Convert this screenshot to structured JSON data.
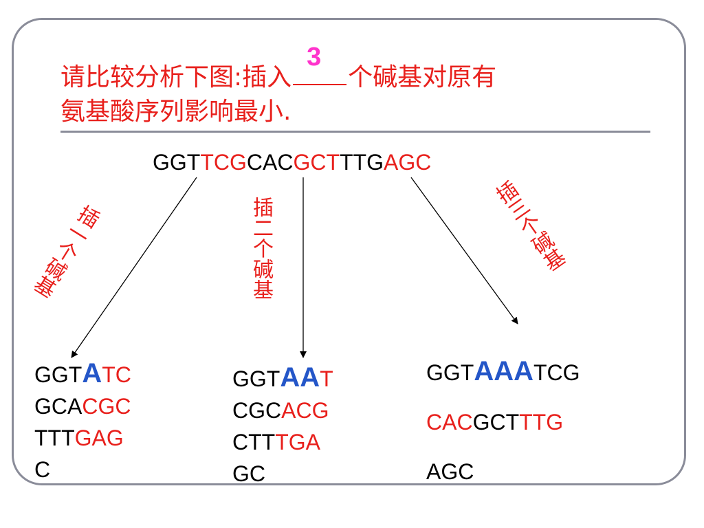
{
  "title": {
    "line1_a": "请比较分析下图:插入",
    "answer": "3",
    "line1_b": "个碱基对原有",
    "line2": "氨基酸序列影响最小."
  },
  "top_sequence": [
    "GGT",
    "TCG",
    "CAC",
    "GCT",
    "TTG",
    "AGC"
  ],
  "labels": {
    "one": "插一个碱基",
    "two": "插二个碱基",
    "three": "插三个碱基"
  },
  "result1": {
    "l1": [
      "GGT",
      "A",
      "TC"
    ],
    "l2": [
      "GCA",
      "CGC"
    ],
    "l3": [
      "TTT",
      "GAG"
    ],
    "l4": "C"
  },
  "result2": {
    "l1": [
      "GGT",
      "AA",
      "T"
    ],
    "l2": [
      "CGC",
      "ACG"
    ],
    "l3": [
      "CTT",
      "TGA"
    ],
    "l4": "GC"
  },
  "result3": {
    "l1": [
      "GGT",
      "AAA",
      "TCG"
    ],
    "l2": [
      "CAC",
      "GCT",
      "TTG"
    ],
    "l3": "AGC"
  },
  "colors": {
    "red": "#e8201c",
    "blue": "#2456c8",
    "magenta": "#ff33cc",
    "border": "#8a8c99"
  }
}
